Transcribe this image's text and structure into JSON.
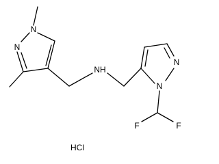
{
  "molecule": {
    "atom_labels": {
      "n_methyl_n": "N",
      "ring1_n2": "N",
      "amine_nh": "NH",
      "ring2_n1": "N",
      "ring2_n2": "N",
      "fluorine_left": "F",
      "fluorine_right": "F"
    },
    "salt": "HCl"
  }
}
